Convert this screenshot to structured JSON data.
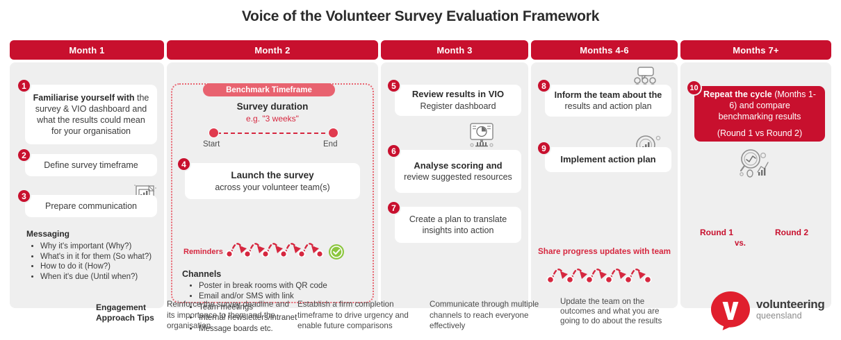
{
  "title": "Voice of the Volunteer Survey Evaluation Framework",
  "colors": {
    "brand_red": "#c8102e",
    "accent_red": "#d6273f",
    "pill_red": "#e8626f",
    "column_bg": "#efefef",
    "card_bg": "#ffffff",
    "text_dark": "#2b2b2b",
    "text_body": "#4a4a4a",
    "green_check": "#8cc63f"
  },
  "columns": [
    {
      "id": "month-1",
      "header": "Month 1",
      "steps": [
        {
          "number": "1",
          "bold": "Familiarise yourself with",
          "rest": "the survey & VIO dashboard and what the results could mean for your organisation"
        },
        {
          "number": "2",
          "bold": "",
          "rest": "Define survey timeframe"
        },
        {
          "number": "3",
          "bold": "",
          "rest": "Prepare communication",
          "icon": "report-document-icon"
        }
      ],
      "messaging": {
        "heading": "Messaging",
        "items": [
          "Why it's important (Why?)",
          "What's in it for them (So what?)",
          "How to do it (How?)",
          "When it's due (Until when?)"
        ]
      }
    },
    {
      "id": "month-2",
      "header": "Month 2",
      "benchmark": {
        "pill": "Benchmark Timeframe",
        "duration_title": "Survey duration",
        "duration_example": "e.g. \"3 weeks\"",
        "start_label": "Start",
        "end_label": "End"
      },
      "steps": [
        {
          "number": "4",
          "bold": "Launch the survey",
          "rest": "across your volunteer team(s)"
        }
      ],
      "reminders_label": "Reminders",
      "reminder_dots": 6,
      "channels": {
        "heading": "Channels",
        "items": [
          "Poster in break rooms with QR code",
          "Email and/or SMS with link",
          "Team meetings",
          "Internal newsletters/intranet",
          "Message boards etc."
        ]
      }
    },
    {
      "id": "month-3",
      "header": "Month 3",
      "steps": [
        {
          "number": "5",
          "bold": "Review results in VIO",
          "rest": "Register dashboard"
        },
        {
          "number": "6",
          "bold": "Analyse scoring and",
          "rest": "review suggested resources",
          "icon": "monitor-chart-icon"
        },
        {
          "number": "7",
          "bold": "",
          "rest": "Create a plan to translate insights into action"
        }
      ]
    },
    {
      "id": "months-4-6",
      "header": "Months 4-6",
      "steps": [
        {
          "number": "8",
          "bold": "Inform the team about the",
          "rest": "results and action plan",
          "icon": "team-speech-icon"
        },
        {
          "number": "9",
          "bold": "Implement action plan",
          "rest": "",
          "icon": "target-growth-icon"
        }
      ],
      "share_label": "Share progress updates with team",
      "share_dots": 6
    },
    {
      "id": "months-7-plus",
      "header": "Months 7+",
      "steps": [
        {
          "number": "10",
          "bold": "Repeat the cycle",
          "rest": "(Months 1-6) and compare benchmarking results",
          "extra": "(Round 1 vs Round 2)"
        }
      ],
      "compare": {
        "round1": "Round 1",
        "round2": "Round 2",
        "vs": "vs.",
        "icon": "magnifier-analytics-icon"
      }
    }
  ],
  "footer": {
    "tips_label": "Engagement Approach Tips",
    "tips": [
      "Reinforce the survey deadline and its importance to them and the organisation",
      "Establish a firm completion timeframe to drive urgency and enable future comparisons",
      "Communicate through multiple channels to reach everyone effectively",
      "Update the team on the outcomes and what you are going to do about the results"
    ],
    "logo": {
      "name": "volunteering",
      "sub": "queensland",
      "mark": "volunteering-qld-logo-icon"
    }
  }
}
